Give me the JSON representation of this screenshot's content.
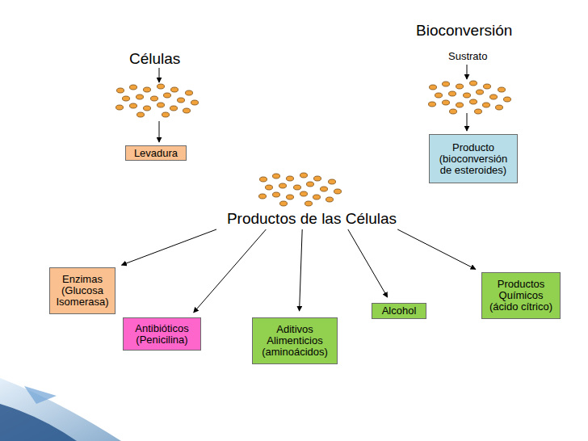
{
  "diagram": {
    "nodes": [
      {
        "text": [
          "Levadura"
        ]
      },
      {
        "text": [
          "Producto (bioconversión de esteroides)"
        ]
      },
      {
        "text": [
          "Productos de las Células"
        ]
      },
      {
        "text": [
          "Enzimas (Glucosa Isomerasa)"
        ]
      },
      {
        "text": [
          "Antibióticos (Penicilina)"
        ]
      },
      {
        "text": [
          "Aditivos Alimenticios (aminoácidos)"
        ]
      },
      {
        "text": [
          "Alcohol"
        ]
      },
      {
        "text": [
          "Productos Químicos (ácido cítrico)"
        ]
      }
    ],
    "edges": [
      {
        "from": 2,
        "to": 3,
        "arrow": "to"
      },
      {
        "from": 2,
        "to": 4,
        "arrow": "to"
      },
      {
        "from": 2,
        "to": 5,
        "arrow": "to"
      },
      {
        "from": 2,
        "to": 6,
        "arrow": "to"
      },
      {
        "from": 2,
        "to": 7,
        "arrow": "to"
      }
    ],
    "labels": [
      "Células",
      "Bioconversión",
      "Sustrato"
    ]
  }
}
